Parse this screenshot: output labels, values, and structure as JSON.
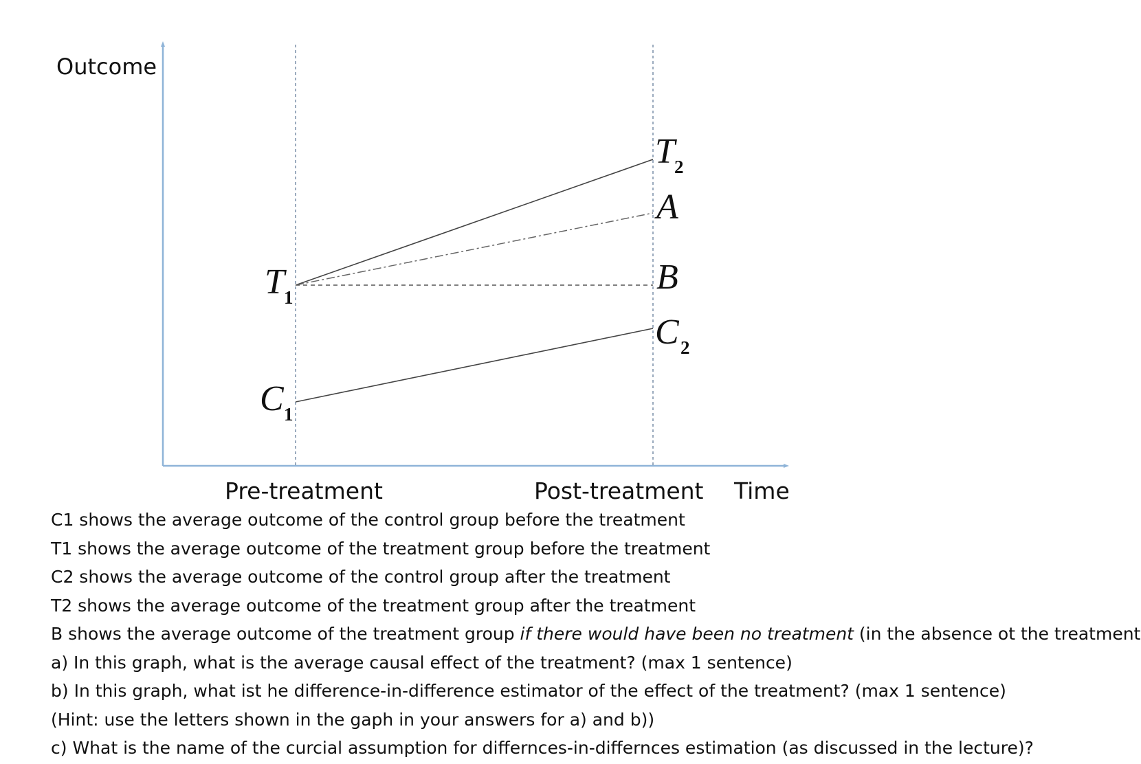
{
  "diagram": {
    "y_axis_label": "Outcome",
    "x_axis_label": "Time",
    "pre_label": "Pre-treatment",
    "post_label": "Post-treatment",
    "points": {
      "T2": {
        "letter": "T",
        "sub": "2"
      },
      "A": {
        "letter": "A",
        "sub": ""
      },
      "B": {
        "letter": "B",
        "sub": ""
      },
      "C2": {
        "letter": "C",
        "sub": "2"
      },
      "T1": {
        "letter": "T",
        "sub": "1"
      },
      "C1": {
        "letter": "C",
        "sub": "1"
      }
    },
    "colors": {
      "axis": "#8fb4d8",
      "line": "#444444",
      "guide": "#7a8fa8"
    }
  },
  "text": {
    "line1": "C1 shows the average outcome of the control group before the treatment",
    "line2": "T1 shows the average outcome of the treatment group before the treatment",
    "line3": "C2 shows the average outcome of the control group after the treatment",
    "line4": "T2 shows the average outcome of the treatment group after the treatment",
    "line5_start": "B shows the average outcome of the treatment group ",
    "line5_italic": "if there would have been no treatment",
    "line5_end": " (in the absence ot the treatment)",
    "line6": "a) In this graph, what is the average causal effect of the treatment? (max 1 sentence)",
    "line7": "b) In this graph, what ist he difference-in-difference estimator of the effect of the treatment? (max 1 sentence)",
    "line8": "(Hint: use the letters shown in the gaph in your answers for a) and b))",
    "line9": "c) What is the name of the curcial assumption for differnces-in-differnces estimation (as discussed in the lecture)?"
  }
}
